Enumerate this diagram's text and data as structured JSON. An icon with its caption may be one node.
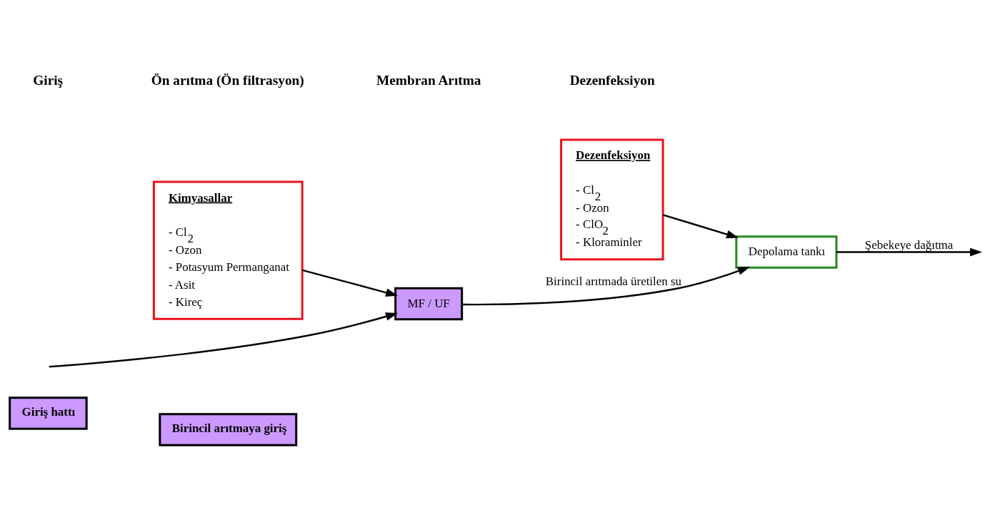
{
  "diagram": {
    "nodes": [
      {
        "text": [
          "Giriş hattı"
        ]
      },
      {
        "text": [
          "Birincil arıtmaya giriş"
        ]
      },
      {
        "text": [
          "MF / UF"
        ]
      },
      {
        "text": [
          "Depolama tankı"
        ]
      },
      {
        "text": [
          "Kimyasallar",
          "- Cl$_{2}$",
          "- Ozon",
          "- Potasyum Permanganat",
          "- Asit",
          "- Kireç"
        ]
      },
      {
        "text": [
          "Dezenfeksiyon",
          "- Cl$_{2}$",
          "- Ozon",
          "- ClO$_{2}$",
          "- Kloraminler"
        ]
      }
    ],
    "edges": [
      {
        "from": null,
        "to": 2,
        "arrow": "to"
      },
      {
        "from": 2,
        "to": 3,
        "arrow": "to",
        "label": "Birincil arıtmada üretilen su"
      },
      {
        "from": 3,
        "to": null,
        "arrow": "to",
        "label": "Şebekeye dağıtma"
      },
      {
        "from": 4,
        "to": 2,
        "arrow": "to"
      },
      {
        "from": 5,
        "to": 3,
        "arrow": "to"
      }
    ],
    "labels": [
      "Giriş",
      "Ön arıtma (Ön filtrasyon)",
      "Membran Arıtma",
      "Dezenfeksiyon"
    ]
  }
}
